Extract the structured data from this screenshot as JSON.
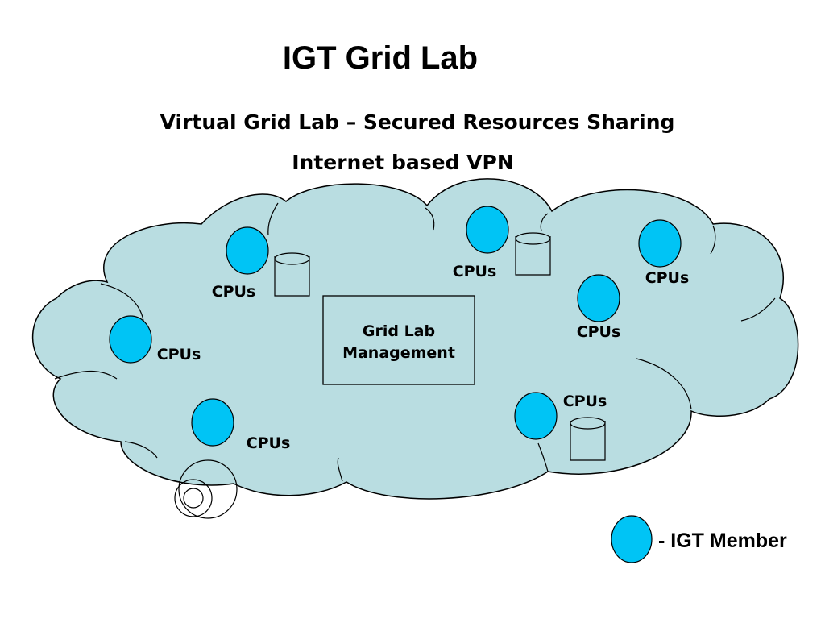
{
  "title": "IGT Grid Lab",
  "subtitle": "Virtual Grid Lab – Secured Resources Sharing",
  "network_label": "Internet based VPN",
  "management_box": {
    "line1": "Grid Lab",
    "line2": "Management"
  },
  "cpu_label": "CPUs",
  "legend": {
    "label": "- IGT Member"
  },
  "colors": {
    "cloud": "#b9dde1",
    "member": "#00c4f5",
    "stroke": "#000000"
  }
}
